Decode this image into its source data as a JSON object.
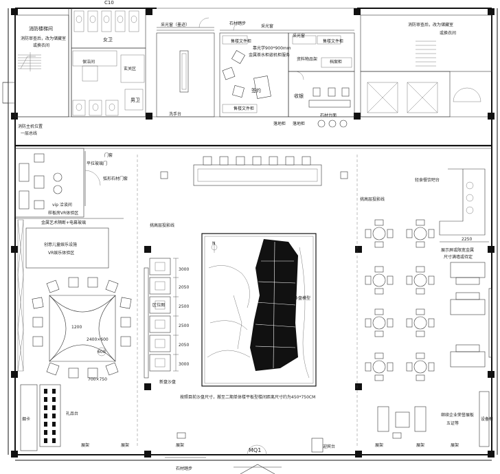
{
  "labels": {
    "grid_top": "C10",
    "fire_stair_left": "消防楼梯间",
    "fire_stair_left_note1": "消防审查后，改为储藏室",
    "fire_stair_left_note2": "或换衣间",
    "female_wc": "女卫",
    "cleaning_room": "保洁间",
    "vestibule": "玄关区",
    "male_wc": "男卫",
    "skylight_top_left": "采光窗（墨迹）",
    "stone_step_top": "石材踏步",
    "skylight_top_right": "采光窗",
    "file_cabinet_1": "售楼文件柜",
    "office_note1": "靠光学900*900mm",
    "office_note2": "金属茶水柜嵌机柜服务",
    "signing_area": "签约",
    "file_cabinet_2": "售楼文件柜",
    "skylight_office": "采光窗",
    "file_cabinet_3": "售楼文件柜",
    "property_display": "资料物品架",
    "document_cabinet": "档案柜",
    "cashier": "收银",
    "floor_cabinet_a": "落地柜",
    "floor_cabinet_b": "落地柜",
    "stone_counter": "石材台面",
    "fire_stair_right": "消防审查后，改为储藏室",
    "fire_stair_right_note": "或换衣间",
    "washbasin": "洗手台",
    "fire_host": "消防主机位置",
    "fire_host_sub": "一层总线",
    "gate": "门套",
    "stone_arch": "弧形石材门套",
    "glass_door": "平拉玻璃门",
    "vip_room": "vip 洽谈间",
    "vip_note": "样板房VR体验区",
    "metal_screen": "金属艺术隔断+电幕玻璃",
    "kids_area_1": "创意儿童娱乐设施",
    "kids_area_2": "VR娱乐体验区",
    "ceiling_line_left": "挑高层投影线",
    "ceiling_line_right": "挑高层投影线",
    "bar": "轻食餐饮吧台",
    "dim_1200": "1200",
    "dim_2400": "2400×600",
    "dim_600": "600",
    "dim_700": "700×750",
    "dim_2250": "2250",
    "dim_side_1": "3000",
    "dim_side_2": "2050",
    "dim_side_3": "2500",
    "dim_side_4": "2500",
    "dim_side_5": "2050",
    "dim_side_6": "3000",
    "display_note1": "展示屏或限宽金属",
    "display_note2": "尺寸满墙或待定",
    "area_display": "区位图",
    "new_sand_table": "新盘沙盘",
    "sand_note": "按照目前沙盘尺寸，搬至二期单体楼平板型楼间距离尺寸约为450*750CM",
    "gift_table": "礼品台",
    "water_bar": "烟卡",
    "enterprise_wall": "继续企业荣誉展板",
    "enterprise_note": "五证等",
    "equipment_cabinet": "设备柜",
    "display_rack_1": "展架",
    "display_rack_2": "展架",
    "display_rack_3": "展架",
    "display_rack_4": "展架",
    "display_rack_5": "展架",
    "display_rack_6": "展架",
    "entrance": "MQ1",
    "reception": "迎宾台",
    "stone_step_bottom": "石材踏步",
    "north_mark": "N",
    "model_label": "沙盘模型"
  }
}
